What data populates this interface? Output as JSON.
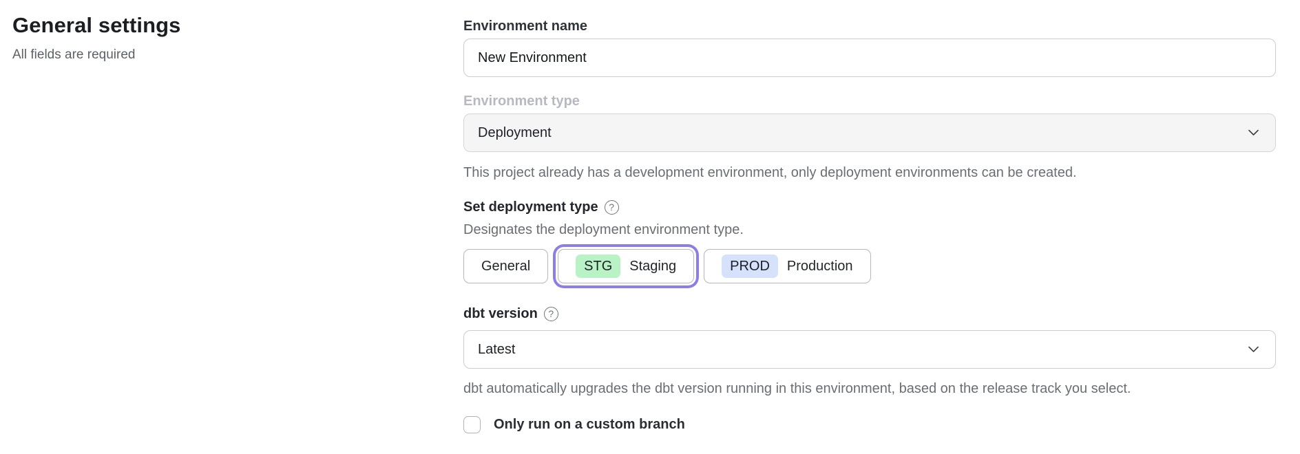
{
  "left_panel": {
    "title": "General settings",
    "subtitle": "All fields are required"
  },
  "form": {
    "environment_name": {
      "label": "Environment name",
      "value": "New Environment"
    },
    "environment_type": {
      "label": "Environment type",
      "value": "Deployment",
      "disabled": true,
      "helper": "This project already has a development environment, only deployment environments can be created."
    },
    "deployment_type": {
      "label": "Set deployment type",
      "help_icon": "?",
      "description": "Designates the deployment environment type.",
      "options": [
        {
          "label": "General",
          "selected": false
        },
        {
          "badge": "STG",
          "label": "Staging",
          "selected": true,
          "badge_color": "#b9f3c5"
        },
        {
          "badge": "PROD",
          "label": "Production",
          "selected": false,
          "badge_color": "#d6e2fb"
        }
      ],
      "selected_ring_color": "#8b7ee9"
    },
    "dbt_version": {
      "label": "dbt version",
      "help_icon": "?",
      "value": "Latest",
      "helper": "dbt automatically upgrades the dbt version running in this environment, based on the release track you select."
    },
    "custom_branch": {
      "label": "Only run on a custom branch",
      "checked": false
    }
  }
}
